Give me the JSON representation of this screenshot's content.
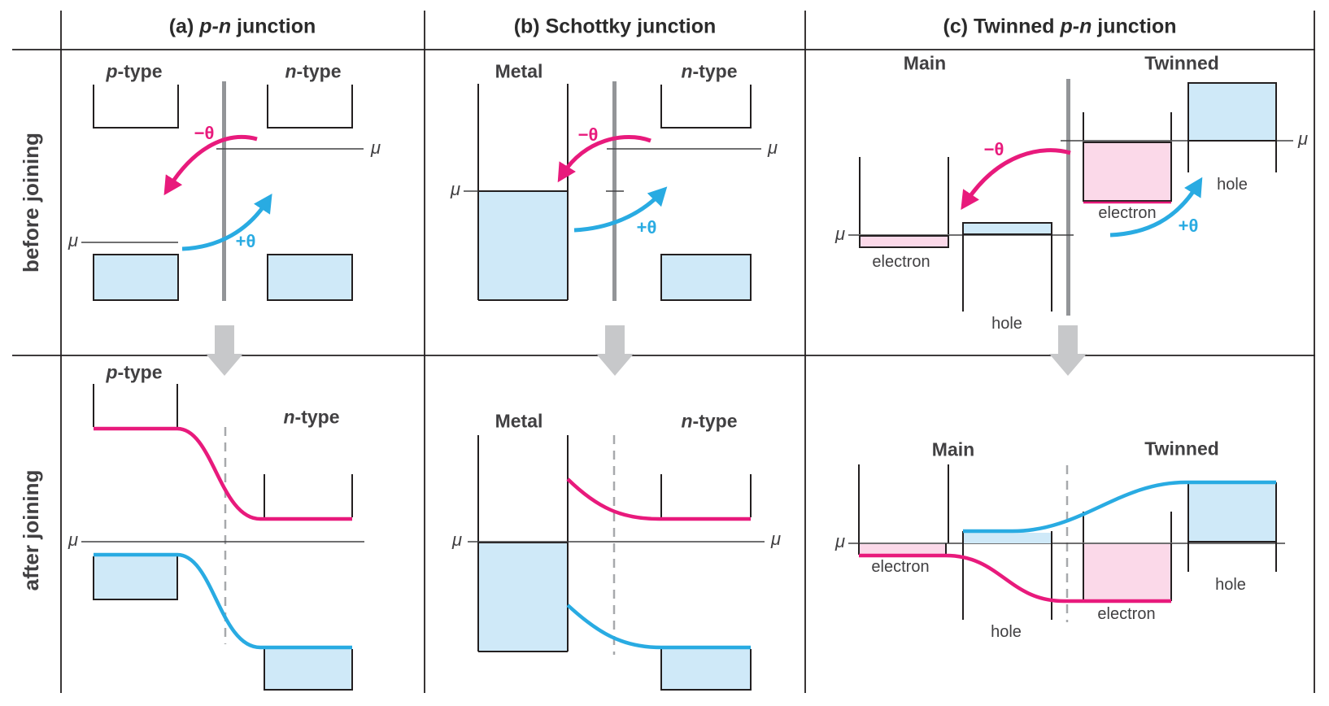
{
  "header": {
    "a": {
      "prefix": "(a) ",
      "italic": "p-n",
      "suffix": " junction"
    },
    "b": {
      "prefix": "(b) Schottky junction",
      "italic": "",
      "suffix": ""
    },
    "c": {
      "prefix": "(c) Twinned ",
      "italic": "p-n",
      "suffix": " junction"
    }
  },
  "row_labels": {
    "before": "before joining",
    "after": "after joining"
  },
  "materials": {
    "p_italic": "p",
    "n_italic": "n",
    "type_suffix": "-type",
    "metal": "Metal",
    "main": "Main",
    "twinned": "Twinned"
  },
  "symbols": {
    "chemical_potential": "μ",
    "electron_transfer": "−θ",
    "hole_transfer": "+θ"
  },
  "carriers": {
    "electron": "electron",
    "hole": "hole"
  },
  "colors": {
    "electron_band_pink": "#e81a7c",
    "hole_band_blue": "#29abe2",
    "electron_fill_pink": "#fbd9e9",
    "hole_fill_blue": "#cfe9f8",
    "line_black": "#231f20",
    "interface_gray": "#939598",
    "dashed_gray": "#a7a9ac",
    "arrow_gray": "#c7c8ca"
  }
}
